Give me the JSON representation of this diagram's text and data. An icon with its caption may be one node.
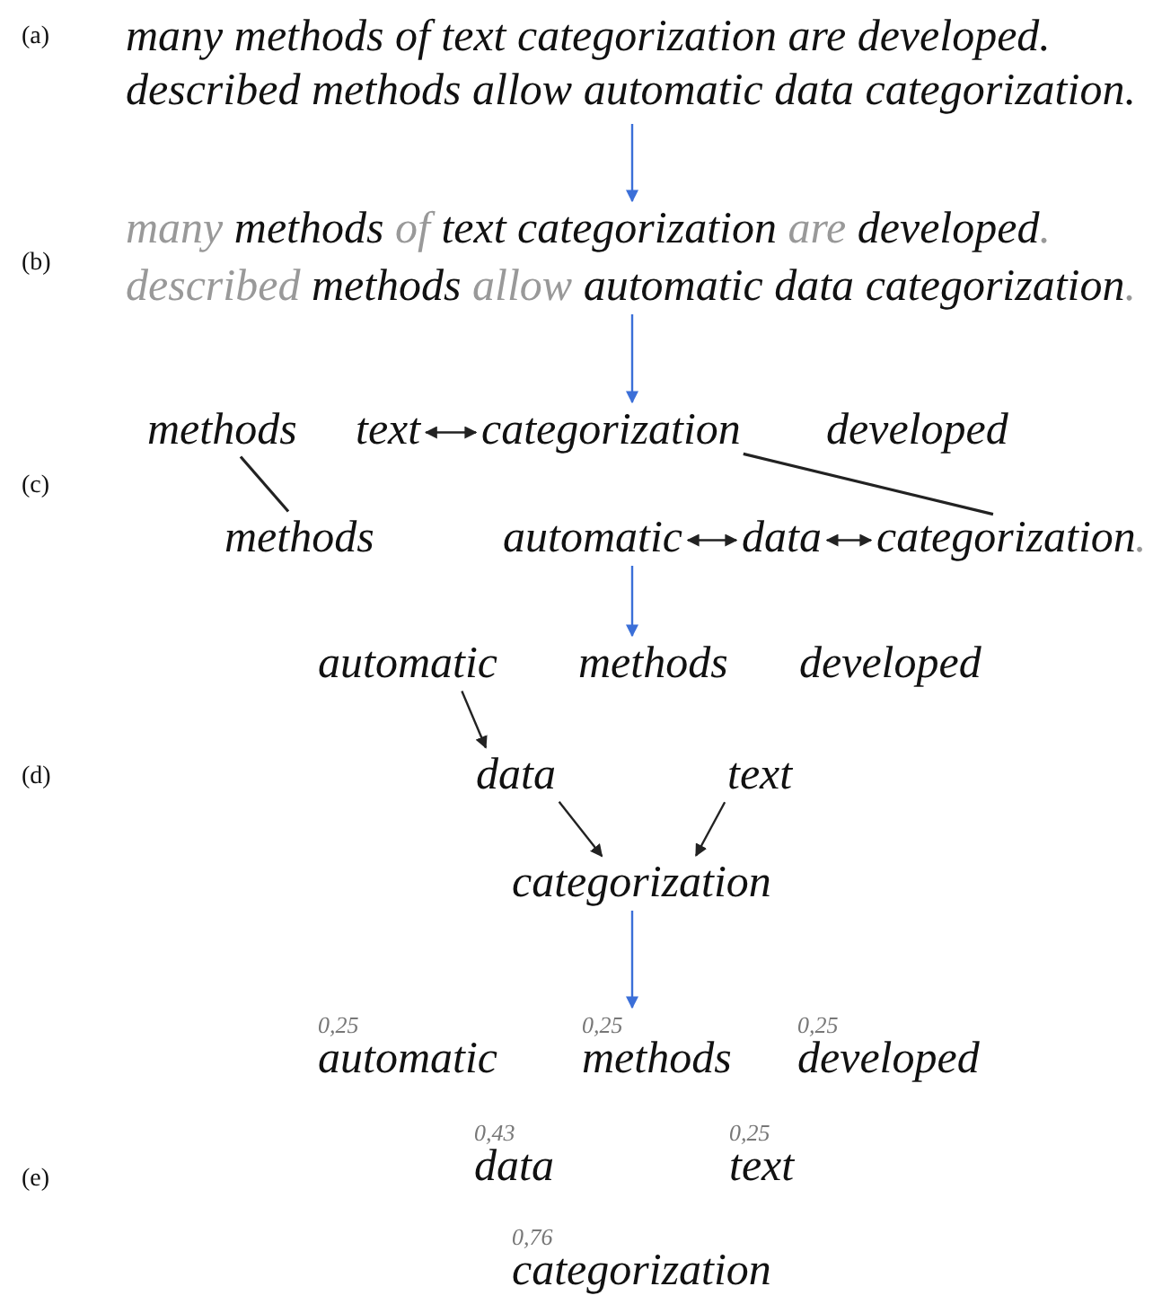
{
  "diagram": {
    "nodes": [
      {
        "text": [
          "many methods of text categorization are developed.",
          "described methods allow automatic data categorization."
        ]
      },
      {
        "text": [
          "many"
        ]
      },
      {
        "text": [
          "methods"
        ]
      },
      {
        "text": [
          "of"
        ]
      },
      {
        "text": [
          "text"
        ]
      },
      {
        "text": [
          "categorization"
        ]
      },
      {
        "text": [
          "are"
        ]
      },
      {
        "text": [
          "developed"
        ]
      },
      {
        "text": [
          "."
        ]
      },
      {
        "text": [
          "described"
        ]
      },
      {
        "text": [
          "methods"
        ]
      },
      {
        "text": [
          "allow"
        ]
      },
      {
        "text": [
          "automatic"
        ]
      },
      {
        "text": [
          "data"
        ]
      },
      {
        "text": [
          "categorization"
        ]
      },
      {
        "text": [
          "."
        ]
      },
      {
        "text": [
          "methods"
        ]
      },
      {
        "text": [
          "text"
        ]
      },
      {
        "text": [
          "categorization"
        ]
      },
      {
        "text": [
          "developed"
        ]
      },
      {
        "text": [
          "methods"
        ]
      },
      {
        "text": [
          "automatic"
        ]
      },
      {
        "text": [
          "data"
        ]
      },
      {
        "text": [
          "categorization"
        ]
      },
      {
        "text": [
          "."
        ]
      },
      {
        "text": [
          "automatic"
        ]
      },
      {
        "text": [
          "methods"
        ]
      },
      {
        "text": [
          "developed"
        ]
      },
      {
        "text": [
          "data"
        ]
      },
      {
        "text": [
          "text"
        ]
      },
      {
        "text": [
          "categorization"
        ]
      },
      {
        "text": [
          "automatic"
        ],
        "beside": [
          "0,25"
        ]
      },
      {
        "text": [
          "methods"
        ],
        "beside": [
          "0,25"
        ]
      },
      {
        "text": [
          "developed"
        ],
        "beside": [
          "0,25"
        ]
      },
      {
        "text": [
          "data"
        ],
        "beside": [
          "0,43"
        ]
      },
      {
        "text": [
          "text"
        ],
        "beside": [
          "0,25"
        ]
      },
      {
        "text": [
          "categorization"
        ],
        "beside": [
          "0,76"
        ]
      }
    ],
    "edges": [
      {
        "from": 0,
        "to": 5,
        "arrow": "to",
        "color": "#3b6fd8"
      },
      {
        "from": 12,
        "to": 18,
        "arrow": "to",
        "color": "#3b6fd8"
      },
      {
        "from": 17,
        "to": 18,
        "arrow": "both"
      },
      {
        "from": 16,
        "to": 20,
        "arrow": "none"
      },
      {
        "from": 18,
        "to": 23,
        "arrow": "none"
      },
      {
        "from": 21,
        "to": 22,
        "arrow": "both"
      },
      {
        "from": 22,
        "to": 23,
        "arrow": "both"
      },
      {
        "from": 21,
        "to": 26,
        "arrow": "to",
        "color": "#3b6fd8"
      },
      {
        "from": 25,
        "to": 28,
        "arrow": "to"
      },
      {
        "from": 29,
        "to": 30,
        "arrow": "to"
      },
      {
        "from": 28,
        "to": 30,
        "arrow": "to"
      },
      {
        "from": 30,
        "to": 32,
        "arrow": "to",
        "color": "#3b6fd8"
      }
    ],
    "labels": [
      "(a)",
      "(b)",
      "(c)",
      "(d)",
      "(e)"
    ]
  }
}
